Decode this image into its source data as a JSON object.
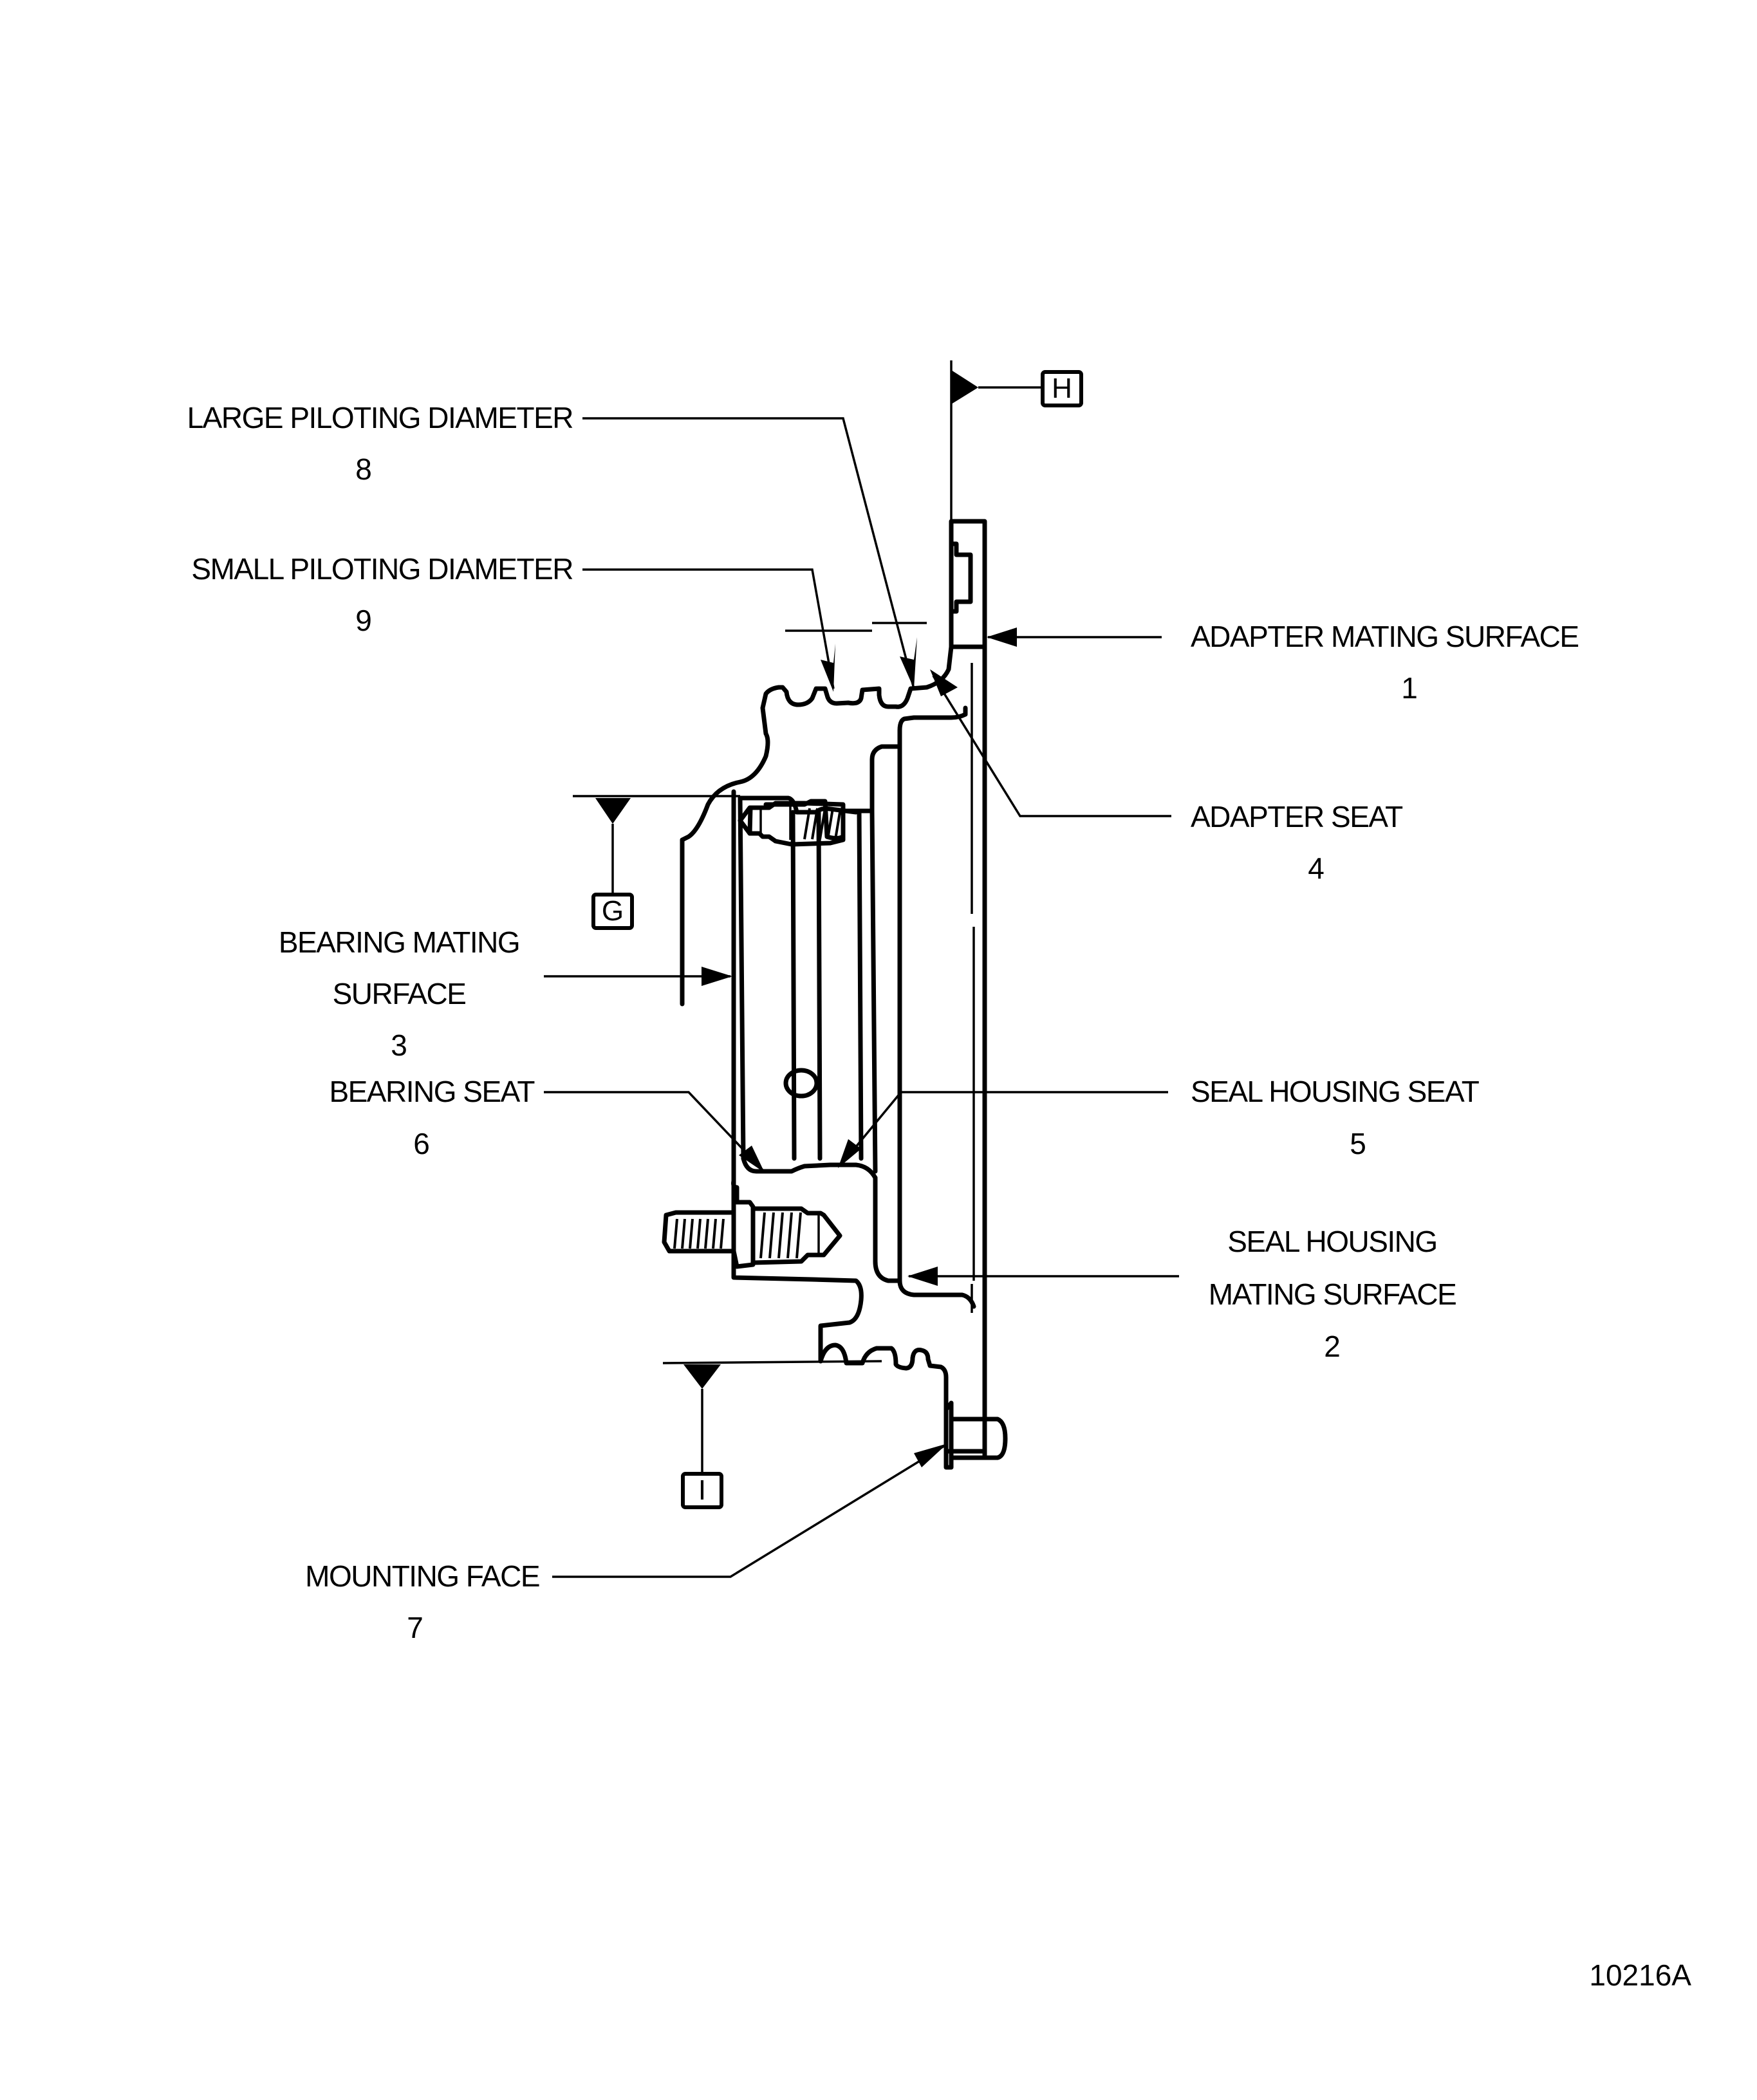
{
  "figure": {
    "title": "Housing inspection surfaces",
    "figure_number": "10216A",
    "colors": {
      "ink": "#000000",
      "paper": "#ffffff"
    }
  },
  "callouts": [
    {
      "id": "adapter-mating-surface",
      "lines": [
        "ADAPTER MATING SURFACE"
      ],
      "number": "1"
    },
    {
      "id": "seal-housing-mating-surface",
      "lines": [
        "SEAL HOUSING",
        "MATING SURFACE"
      ],
      "number": "2"
    },
    {
      "id": "bearing-mating-surface",
      "lines": [
        "BEARING MATING",
        "SURFACE"
      ],
      "number": "3"
    },
    {
      "id": "adapter-seat",
      "lines": [
        "ADAPTER SEAT"
      ],
      "number": "4"
    },
    {
      "id": "seal-housing-seat",
      "lines": [
        "SEAL HOUSING SEAT"
      ],
      "number": "5"
    },
    {
      "id": "bearing-seat",
      "lines": [
        "BEARING SEAT"
      ],
      "number": "6"
    },
    {
      "id": "mounting-face",
      "lines": [
        "MOUNTING FACE"
      ],
      "number": "7"
    },
    {
      "id": "large-piloting-diameter",
      "lines": [
        "LARGE PILOTING DIAMETER"
      ],
      "number": "8"
    },
    {
      "id": "small-piloting-diameter",
      "lines": [
        "SMALL PILOTING DIAMETER"
      ],
      "number": "9"
    }
  ],
  "datums": [
    {
      "id": "datum-h",
      "letter": "H"
    },
    {
      "id": "datum-g",
      "letter": "G"
    },
    {
      "id": "datum-i",
      "letter": "I"
    }
  ]
}
